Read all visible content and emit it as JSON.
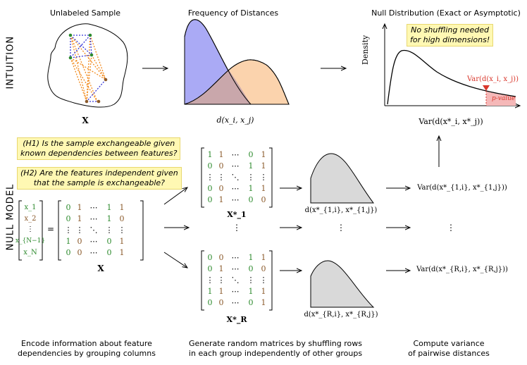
{
  "intuition": {
    "row_label": "INTUITION",
    "sample_title": "Unlabeled Sample",
    "sample_var": "X",
    "freq_title": "Frequency of Distances",
    "freq_xlabel": "d(x_i, x_j)",
    "null_title": "Null Distribution (Exact or Asymptotic)",
    "null_note_line1": "No shuffling needed",
    "null_note_line2": "for high dimensions!",
    "density_label": "Density",
    "var_marker_label": "Var(d(x_i, x_j))",
    "pvalue_label": "p-value",
    "null_xlabel": "Var(d(x*_i, x*_j))",
    "colors": {
      "blue": "#aaaaf5",
      "orange": "#fbd3ad",
      "overlap": "#c9a7ab",
      "red": "#d9372c",
      "pink": "#f5b8b8"
    }
  },
  "null_model": {
    "row_label": "NULL MODEL",
    "hypothesis1_line1": "(H1) Is the sample exchangeable given",
    "hypothesis1_line2": "known dependencies between features?",
    "hypothesis2_line1": "(H2) Are the features independent given",
    "hypothesis2_line2": "that the sample is exchangeable?",
    "vector_entries": [
      "x_1",
      "x_2",
      "⋮",
      "x_{N−1}",
      "x_N"
    ],
    "equals": "=",
    "matrix_x_label": "X",
    "matrix_x_rows": [
      [
        "0",
        "1",
        "⋯",
        "1",
        "1"
      ],
      [
        "0",
        "1",
        "⋯",
        "1",
        "0"
      ],
      [
        "⋮",
        "⋮",
        "⋱",
        "⋮",
        "⋮"
      ],
      [
        "1",
        "0",
        "⋯",
        "0",
        "1"
      ],
      [
        "0",
        "0",
        "⋯",
        "0",
        "1"
      ]
    ],
    "matrix_1_rows": [
      [
        "1",
        "1",
        "⋯",
        "0",
        "1"
      ],
      [
        "0",
        "0",
        "⋯",
        "1",
        "1"
      ],
      [
        "⋮",
        "⋮",
        "⋱",
        "⋮",
        "⋮"
      ],
      [
        "0",
        "0",
        "⋯",
        "1",
        "1"
      ],
      [
        "0",
        "1",
        "⋯",
        "0",
        "0"
      ]
    ],
    "matrix_1_label": "X*_1",
    "matrix_r_rows": [
      [
        "0",
        "0",
        "⋯",
        "1",
        "1"
      ],
      [
        "0",
        "1",
        "⋯",
        "0",
        "0"
      ],
      [
        "⋮",
        "⋮",
        "⋱",
        "⋮",
        "⋮"
      ],
      [
        "1",
        "1",
        "⋯",
        "1",
        "1"
      ],
      [
        "0",
        "0",
        "⋯",
        "0",
        "1"
      ]
    ],
    "matrix_r_label": "X*_R",
    "vdots": "⋮",
    "dist_1_label": "d(x*_{1,i}, x*_{1,j})",
    "dist_r_label": "d(x*_{R,i}, x*_{R,j})",
    "var_1_label": "Var(d(x*_{1,i}, x*_{1,j}))",
    "var_r_label": "Var(d(x*_{R,i}, x*_{R,j}))",
    "caption_left_line1": "Encode information about feature",
    "caption_left_line2": "dependencies by grouping columns",
    "caption_mid_line1": "Generate random matrices by shuffling rows",
    "caption_mid_line2": "in each group independently of other groups",
    "caption_right_line1": "Compute variance",
    "caption_right_line2": "of pairwise distances",
    "colors": {
      "green": "#2e8b2e",
      "brown": "#8b5a2b",
      "gray": "#d9d9d9"
    }
  }
}
